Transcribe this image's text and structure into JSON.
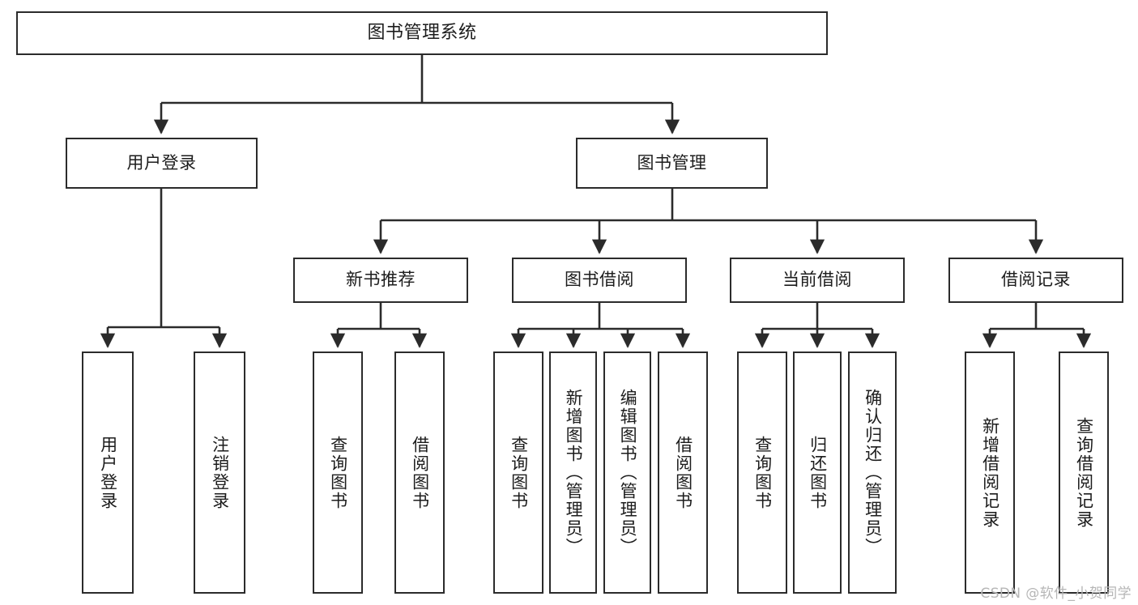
{
  "diagram": {
    "title": "图书管理系统",
    "type": "tree-hierarchy-chart",
    "watermark": "CSDN @软件_小贺同学",
    "colors": {
      "stroke": "#2b2b2b",
      "fill": "#ffffff",
      "text": "#1c1c1c",
      "watermark": "#b6b6b6"
    },
    "root": {
      "label": "图书管理系统"
    },
    "level1": [
      {
        "id": "user-login",
        "label": "用户登录"
      },
      {
        "id": "book-manage",
        "label": "图书管理"
      }
    ],
    "level2": [
      {
        "id": "new-book-recommend",
        "label": "新书推荐"
      },
      {
        "id": "book-borrow",
        "label": "图书借阅"
      },
      {
        "id": "current-borrow",
        "label": "当前借阅"
      },
      {
        "id": "borrow-record",
        "label": "借阅记录"
      }
    ],
    "leaves": {
      "user_login": [
        {
          "id": "leaf-user-login",
          "label": "用户登录"
        },
        {
          "id": "leaf-logout-login",
          "label": "注销登录"
        }
      ],
      "new_book_recommend": [
        {
          "id": "leaf-query-book-1",
          "label": "查询图书"
        },
        {
          "id": "leaf-borrow-book-1",
          "label": "借阅图书"
        }
      ],
      "book_borrow": [
        {
          "id": "leaf-query-book-2",
          "label": "查询图书"
        },
        {
          "id": "leaf-add-book",
          "label": "新增图书（管理员）"
        },
        {
          "id": "leaf-edit-book",
          "label": "编辑图书（管理员）"
        },
        {
          "id": "leaf-borrow-book-2",
          "label": "借阅图书"
        }
      ],
      "current_borrow": [
        {
          "id": "leaf-query-book-3",
          "label": "查询图书"
        },
        {
          "id": "leaf-return-book",
          "label": "归还图书"
        },
        {
          "id": "leaf-confirm-return",
          "label": "确认归还（管理员）"
        }
      ],
      "borrow_record": [
        {
          "id": "leaf-add-record",
          "label": "新增借阅记录"
        },
        {
          "id": "leaf-query-record",
          "label": "查询借阅记录"
        }
      ]
    }
  }
}
